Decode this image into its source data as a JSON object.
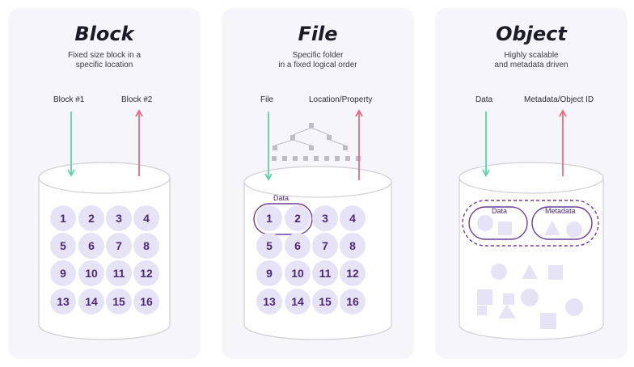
{
  "panels": [
    {
      "title": "Block",
      "subtitle_line1": "Fixed size block in a",
      "subtitle_line2": "specific location",
      "label_in": "Block #1",
      "label_out": "Block #2",
      "numbers": [
        "1",
        "2",
        "3",
        "4",
        "5",
        "6",
        "7",
        "8",
        "9",
        "10",
        "11",
        "12",
        "13",
        "14",
        "15",
        "16"
      ]
    },
    {
      "title": "File",
      "subtitle_line1": "Specific folder",
      "subtitle_line2": "in a fixed logical order",
      "label_in": "File",
      "label_out": "Location/Property",
      "group_label": "Data",
      "numbers": [
        "1",
        "2",
        "3",
        "4",
        "5",
        "6",
        "7",
        "8",
        "9",
        "10",
        "11",
        "12",
        "13",
        "14",
        "15",
        "16"
      ]
    },
    {
      "title": "Object",
      "subtitle_line1": "Highly scalable",
      "subtitle_line2": "and metadata driven",
      "label_in": "Data",
      "label_out": "Metadata/Object ID",
      "group_data_label": "Data",
      "group_metadata_label": "Metadata"
    }
  ],
  "colors": {
    "arrow_in": "#5fd3a6",
    "arrow_out": "#ea6b80",
    "circle_fill": "#e7e3f6",
    "number_text": "#4b2a7a",
    "outline": "#6f3c9e",
    "shape_fill": "#e7e3f6"
  },
  "icons": [
    "arrow-down-icon",
    "arrow-up-icon",
    "cylinder-icon",
    "folder-tree-icon"
  ]
}
